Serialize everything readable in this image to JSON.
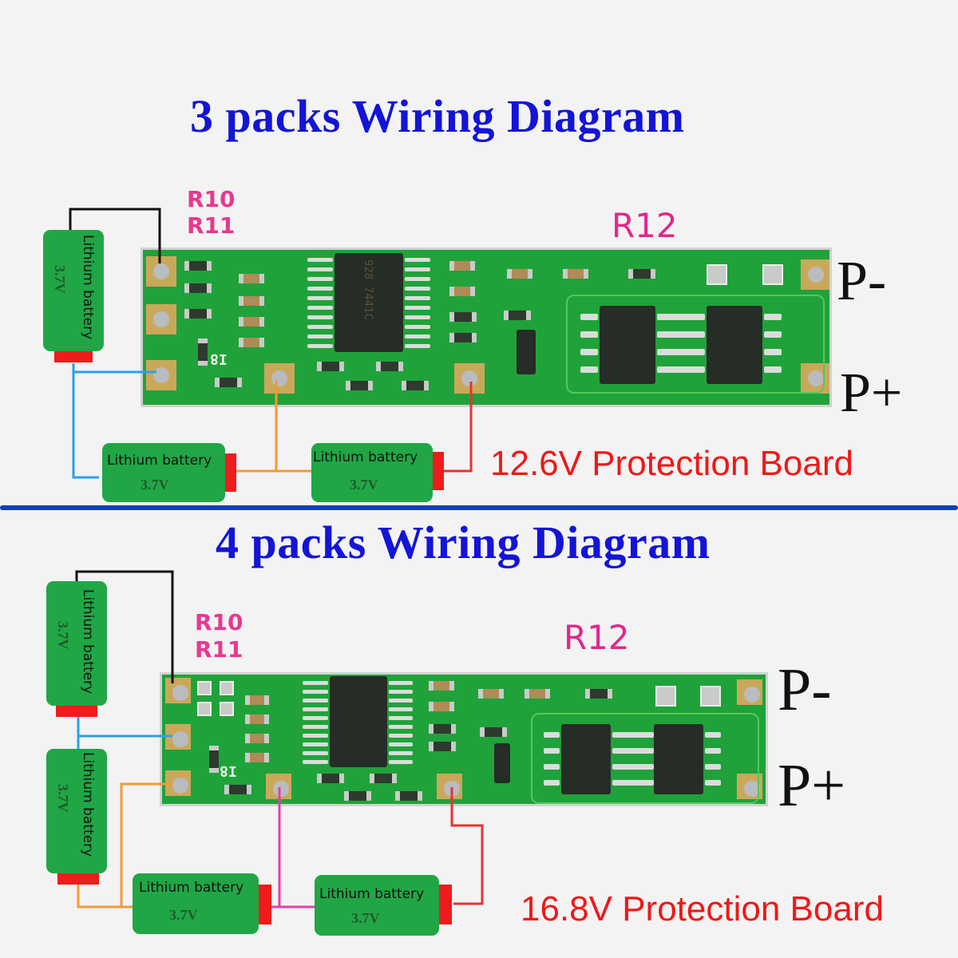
{
  "diagrams": [
    {
      "title": "3 packs Wiring Diagram",
      "resistor_labels": [
        "R10",
        "R11"
      ],
      "r12_label": "R12",
      "terminal_negative": "P-",
      "terminal_positive": "P+",
      "protection_label": "12.6V Protection Board",
      "batteries": [
        {
          "label": "Lithium battery",
          "voltage": "3.7V",
          "orientation": "vertical"
        },
        {
          "label": "Lithium battery",
          "voltage": "3.7V",
          "orientation": "horizontal"
        },
        {
          "label": "Lithium battery",
          "voltage": "3.7V",
          "orientation": "horizontal"
        }
      ],
      "silkscreen": "I8",
      "wire_colors": [
        "#111111",
        "#2aa0ea",
        "#f39a35",
        "#e83232"
      ]
    },
    {
      "title": "4 packs Wiring Diagram",
      "resistor_labels": [
        "R10",
        "R11"
      ],
      "r12_label": "R12",
      "terminal_negative": "P-",
      "terminal_positive": "P+",
      "protection_label": "16.8V Protection Board",
      "batteries": [
        {
          "label": "Lithium battery",
          "voltage": "3.7V",
          "orientation": "vertical"
        },
        {
          "label": "Lithium battery",
          "voltage": "3.7V",
          "orientation": "vertical"
        },
        {
          "label": "Lithium battery",
          "voltage": "3.7V",
          "orientation": "horizontal"
        },
        {
          "label": "Lithium battery",
          "voltage": "3.7V",
          "orientation": "horizontal"
        }
      ],
      "silkscreen": "I8",
      "wire_colors": [
        "#111111",
        "#2aa0ea",
        "#f39a35",
        "#e83ca8",
        "#e83232"
      ]
    }
  ],
  "colors": {
    "title": "#1414d6",
    "resistor_label": "#e8388f",
    "protection_label": "#f01818",
    "divider": "#1240b8",
    "pcb": "#20a23a",
    "battery": "#21a645",
    "battery_cap": "#ee1c1c"
  },
  "chip_marking": "928 7441C"
}
